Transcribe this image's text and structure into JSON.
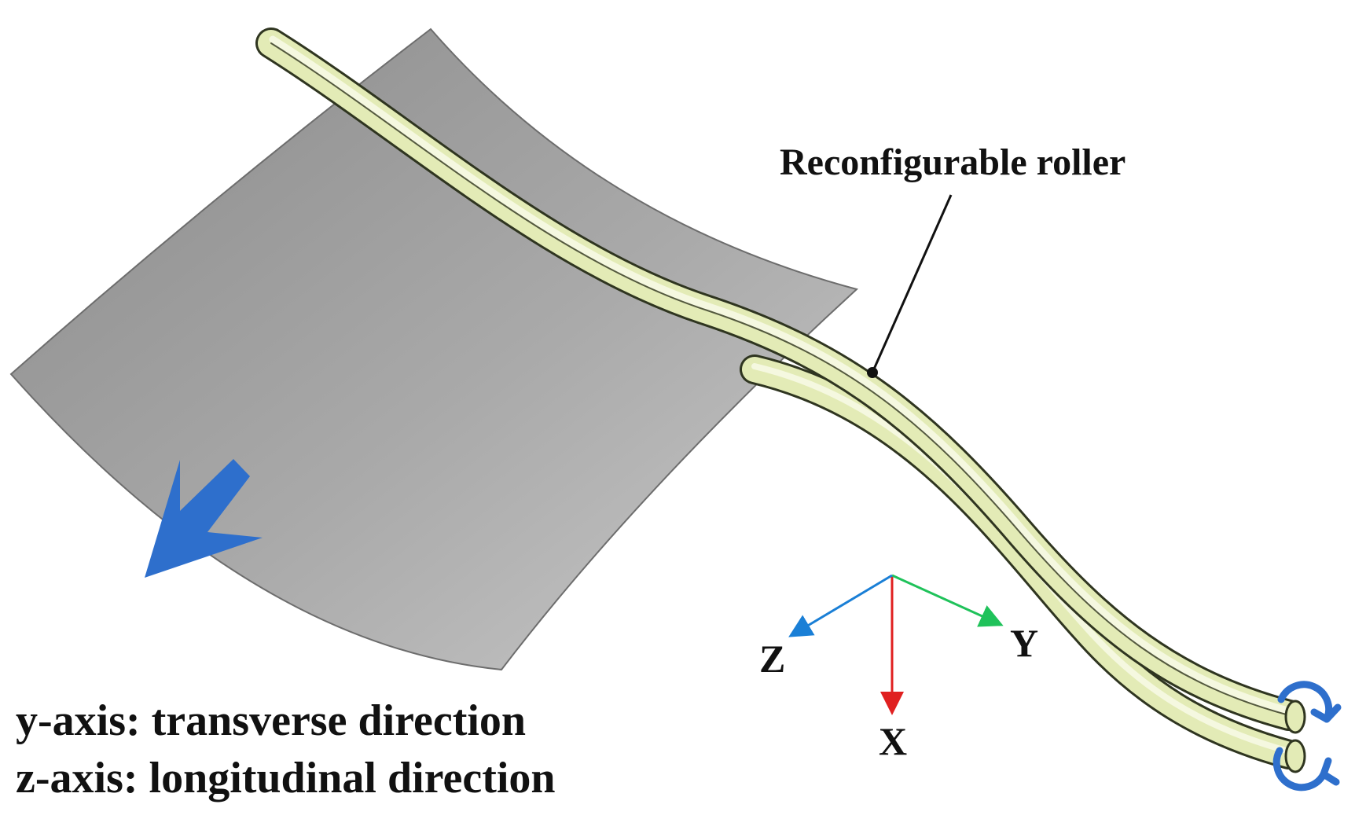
{
  "figure": {
    "callout_label": "Reconfigurable roller",
    "axis_labels": {
      "x": "X",
      "y": "Y",
      "z": "Z"
    },
    "legend_lines": [
      "y-axis: transverse direction",
      "z-axis: longitudinal direction"
    ],
    "colors": {
      "sheet_light": "#c4c4c4",
      "sheet_dark": "#8e8e8e",
      "roller_fill": "#e3ebb6",
      "roller_edge": "#2f3520",
      "feed_arrow": "#2e6fcc",
      "axis_x": "#e02020",
      "axis_y": "#1fc25a",
      "axis_z": "#1a7fd6",
      "rotation_arrows": "#2e6fcc"
    },
    "icons": {
      "feed_direction": "feed-direction-arrow",
      "rotation": "rotation-arrow-icon"
    }
  }
}
